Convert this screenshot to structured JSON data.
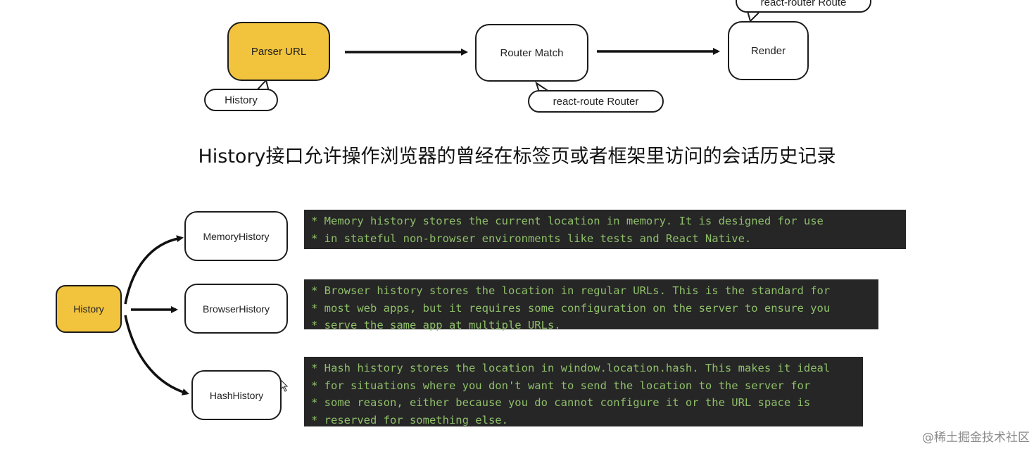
{
  "flow": {
    "parser": "Parser URL",
    "router_match": "Router Match",
    "render": "Render"
  },
  "callouts": {
    "history": "History",
    "react_route_router": "react-route Router",
    "react_router_route": "react-router Route"
  },
  "headline": "History接口允许操作浏览器的曾经在标签页或者框架里访问的会话历史记录",
  "tree": {
    "root": "History",
    "memory": "MemoryHistory",
    "browser": "BrowserHistory",
    "hash": "HashHistory"
  },
  "code_blocks": {
    "memory": [
      "* Memory history stores the current location in memory. It is designed for use",
      "* in stateful non-browser environments like tests and React Native."
    ],
    "browser": [
      "* Browser history stores the location in regular URLs. This is the standard for",
      "* most web apps, but it requires some configuration on the server to ensure you",
      "* serve the same app at multiple URLs."
    ],
    "hash": [
      "* Hash history stores the location in window.location.hash. This makes it ideal",
      "* for situations where you don't want to send the location to the server for",
      "* some reason, either because you do cannot configure it or the URL space is",
      "* reserved for something else."
    ]
  },
  "watermark": "@稀土掘金技术社区",
  "colors": {
    "highlight_node": "#f2c33c",
    "code_background": "#262626",
    "code_text": "#8fbf6a"
  }
}
